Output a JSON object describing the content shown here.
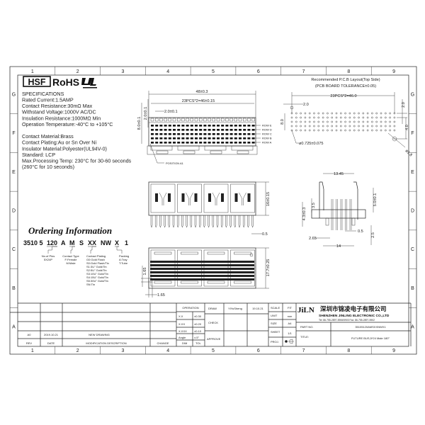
{
  "frame": {
    "columns": [
      "1",
      "2",
      "3",
      "4",
      "5",
      "6",
      "7",
      "8",
      "9"
    ],
    "rows": [
      "G",
      "F",
      "E",
      "D",
      "C",
      "B",
      "A"
    ]
  },
  "logos": {
    "hsf": "HSF",
    "rohs": "RoHS",
    "ul": "UL"
  },
  "specs": {
    "heading": "SPECIFICATIONS",
    "lines": [
      "Rated Current:1.5AMP",
      "Contact Resistance:30mΩ Max",
      "Withstand Voltage:1000V AC/DC",
      "Insulation Resistance:1000MΩ Min",
      "Operation Temperature:-40°C to +105°C",
      "",
      "Contact Material:Brass",
      "Contact Plating:Au or Sn Over Ni",
      "Insulator Material:Polyester(UL94V-0)",
      "Standard:           LCP",
      "Max.Processing Temp: 230°C for 30-60 seconds",
      "                               (260°C for 10 seconds)"
    ]
  },
  "ordering": {
    "title": "Ordering Information",
    "code": [
      "3510 5",
      "120",
      "A",
      "M",
      "S",
      "XX",
      "NW",
      "X",
      "1"
    ],
    "notes": {
      "pins": [
        "No.of Pins",
        "5X24P"
      ],
      "contact_type": [
        "Contact Type",
        "F:Female",
        "M:Male"
      ],
      "plating": [
        "Contact Plating",
        "G0:Gold Flash",
        "S0:Gold Flash/Tin",
        "S1:3U\" Gold/Tin",
        "S2:5U\" Gold/Tin",
        "S3:10U\" Gold/Tin",
        "S4:15U\" Gold/Tin",
        "S5:30U\" Gold/Tin",
        "SN:Tin"
      ],
      "packing": [
        "Packing",
        "A:Tray",
        "T:Tube"
      ]
    }
  },
  "front_view": {
    "overall": "48±0.3",
    "pitch_total": "23PCS*2=46±0.15",
    "pitch": "2.0±0.1",
    "height": "8.0±0.1",
    "row_pitch": "2.0±0.1",
    "rows": [
      "ROW E",
      "ROW D",
      "ROW C",
      "ROW B",
      "ROW A"
    ],
    "position": "POSITION A1"
  },
  "pcb_layout": {
    "title": "Recommended P.C.B Layout(Top Side)",
    "tolerance": "(PCB BOARD TOLERANCE±0.05)",
    "pitch_total": "23PCS*2=46.0",
    "pitch": "2.0",
    "height": "8.0",
    "row_pitch": "2.0",
    "offset": "4.0",
    "hole": "ø0.725±0.075",
    "peg": "ø1.8"
  },
  "side_view": {
    "height": "16±0.15",
    "pin": "0.5"
  },
  "bottom_view": {
    "height": "17.7±0.25",
    "pitch_v": "1.65",
    "pitch_h": "1.65"
  },
  "end_view": {
    "width_top": "13.45",
    "width_bottom": "14",
    "offset": "2.65",
    "pin_len": "5.0±0.1",
    "h1": "4.3±0.3",
    "h2": "3.5",
    "pin": "0.5",
    "tail": "2.5"
  },
  "revision_table": {
    "headers": [
      "REV",
      "DATE",
      "MODIFICATION  DESCRIPTION",
      "CHANGE"
    ],
    "rows": [
      [
        "A0",
        "2019.10.21",
        "NEW  DRAWING",
        ""
      ]
    ]
  },
  "tolerance_table": {
    "header": "OPERATION",
    "rows": [
      [
        "X.X",
        "±0.30"
      ],
      [
        "X.XX",
        "±0.20"
      ],
      [
        "X.XXX",
        "±0.10"
      ],
      [
        "Angle",
        "±.5°"
      ]
    ],
    "footer": [
      "DIM",
      "TOL"
    ]
  },
  "approval": {
    "draw_label": "DRAW",
    "draw_name": "YiYuSheng",
    "draw_date": "19.10.21",
    "check_label": "CHECK",
    "approve_label": "APPROVE"
  },
  "sheet_info": {
    "scale_label": "SCALE",
    "scale": "FIT",
    "unit_label": "UNIT",
    "unit": "mm",
    "size_label": "SIZE",
    "size": "A4",
    "sheet_label": "SHEET",
    "sheet": "1/1",
    "proj_label": "PROJ."
  },
  "company": {
    "brand": "JiLN",
    "name_cn": "深圳市锦凌电子有限公司",
    "name_en": "SHENZHEN JINLING ELECTRONIC CO.,LTD",
    "contact": "Tel: 86-755-2897-5906/5903   Fax: 86-755-2897-5902"
  },
  "part": {
    "label": "PART  NO.",
    "value": "35105120AMSXXNWX1",
    "title_label": "TITLE:",
    "title": "FUTURE  BUS,5*24  Male  180°"
  }
}
